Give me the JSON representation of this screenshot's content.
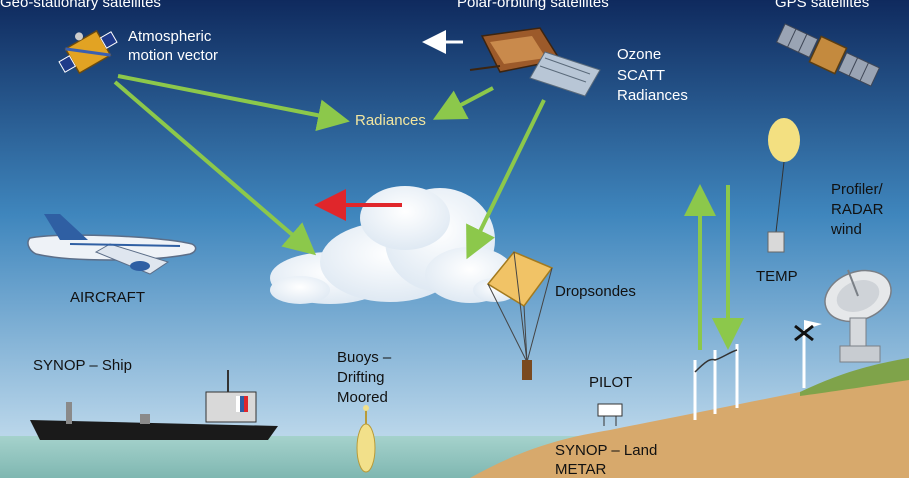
{
  "labels": {
    "geo_satellites": "Geo-stationary satellites",
    "polar_satellites": "Polar-orbiting satellites",
    "gps_satellites": "GPS satellites",
    "atmospheric_motion": [
      "Atmospheric",
      "motion vector"
    ],
    "radiances": "Radiances",
    "polar_products": [
      "Ozone",
      "SCATT",
      "Radiances"
    ],
    "profiler": [
      "Profiler/",
      "RADAR",
      "wind"
    ],
    "temp": "TEMP",
    "aircraft": "AIRCRAFT",
    "dropsondes": "Dropsondes",
    "synop_ship": "SYNOP – Ship",
    "buoys": [
      "Buoys –",
      "Drifting",
      "Moored"
    ],
    "pilot": "PILOT",
    "synop_land": [
      "SYNOP – Land",
      "METAR"
    ]
  },
  "colors": {
    "sky_top": "#0f2a5e",
    "sky_mid": "#3f86bd",
    "sky_bottom": "#cfe3f2",
    "sea": "#8ec3bd",
    "land": "#d7a96c",
    "grass": "#7fa34a",
    "green_arrow": "#8cc84b",
    "red_arrow": "#e0262b",
    "label_yellow": "#f2e6a0"
  },
  "icons": [
    "geostationary-satellite-icon",
    "polar-satellite-icon",
    "gps-satellite-icon",
    "weather-balloon-icon",
    "radar-dish-icon",
    "airplane-icon",
    "ship-icon",
    "buoy-icon",
    "dropsonde-parachute-icon",
    "cloud-icon",
    "anemometer-icon"
  ]
}
